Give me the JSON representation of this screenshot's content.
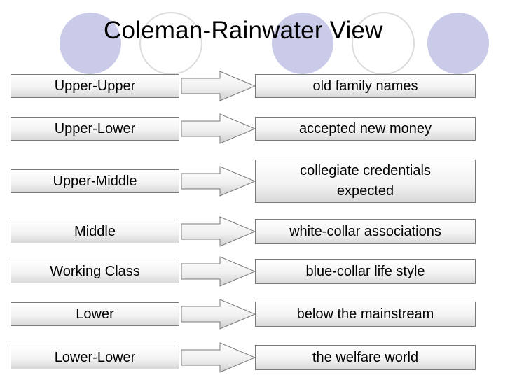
{
  "title": "Coleman-Rainwater View",
  "colors": {
    "circle_fill": "#c9cbe8",
    "circle_outline": "#dcdcdc",
    "box_border": "#7a7a7a",
    "arrow_border": "#7a7a7a"
  },
  "rows": [
    {
      "class_label": "Upper-Upper",
      "description": "old family names"
    },
    {
      "class_label": "Upper-Lower",
      "description": "accepted new money"
    },
    {
      "class_label": "Upper-Middle",
      "description": "collegiate credentials expected"
    },
    {
      "class_label": "Middle",
      "description": "white-collar associations"
    },
    {
      "class_label": "Working Class",
      "description": "blue-collar life style"
    },
    {
      "class_label": "Lower",
      "description": "below the mainstream"
    },
    {
      "class_label": "Lower-Lower",
      "description": "the welfare world"
    }
  ]
}
